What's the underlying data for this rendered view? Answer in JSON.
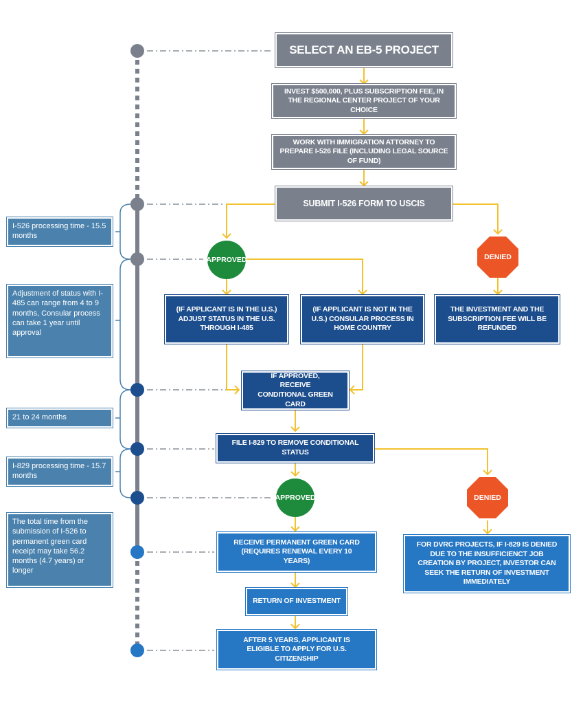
{
  "steps": {
    "select_project": "SELECT AN EB-5 PROJECT",
    "invest": "INVEST $500,000, PLUS SUBSCRIPTION FEE, IN THE REGIONAL CENTER PROJECT OF YOUR CHOICE",
    "attorney": "WORK WITH IMMIGRATION ATTORNEY TO PREPARE I-526 FILE (INCLUDING LEGAL SOURCE OF FUND)",
    "submit_i526": "SUBMIT I-526 FORM TO USCIS",
    "approved_1": "APPROVED",
    "denied_1": "DENIED",
    "adjust_status": "(IF APPLICANT IS IN THE U.S.) ADJUST STATUS IN THE U.S. THROUGH I-485",
    "consular": "(IF APPLICANT IS NOT IN THE U.S.) CONSULAR PROCESS IN HOME COUNTRY",
    "refund": "THE INVESTMENT AND THE SUBSCRIPTION FEE WILL BE REFUNDED",
    "conditional_card": "IF APPROVED, RECEIVE CONDITIONAL GREEN CARD",
    "file_i829": "FILE I-829 TO REMOVE CONDITIONAL STATUS",
    "approved_2": "APPROVED",
    "denied_2": "DENIED",
    "permanent_card": "RECEIVE PERMANENT GREEN CARD (REQUIRES RENEWAL EVERY 10 YEARS)",
    "dvrc_denied": "FOR DVRC PROJECTS, IF I-829 IS DENIED DUE TO THE INSUFFICIENCT JOB CREATION BY PROJECT, INVESTOR CAN SEEK THE RETURN OF INVESTMENT IMMEDIATELY",
    "return_investment": "RETURN OF INVESTMENT",
    "citizenship": "AFTER 5 YEARS, APPLICANT IS ELIGIBLE TO APPLY FOR U.S. CITIZENSHIP"
  },
  "timeline_notes": {
    "i526_time": "I-526 processing time - 15.5 months",
    "adjustment_time": "Adjustment of status with I-485 can range from 4 to 9 months, Consular process can take 1 year until approval",
    "conditional_period": "21 to 24 months",
    "i829_time": "I-829 processing time - 15.7 months",
    "total_time": "The total time from the submission of I-526 to permanent green card receipt may take 56.2 months (4.7 years) or longer"
  },
  "colors": {
    "gray_box": "#7a818d",
    "navy_box": "#1c4d8c",
    "blue_box": "#2677c4",
    "side_note": "#4b82ad",
    "approved": "#1e8a3c",
    "denied": "#ec5526",
    "arrow": "#f2c12e",
    "timeline": "#7a818d"
  }
}
